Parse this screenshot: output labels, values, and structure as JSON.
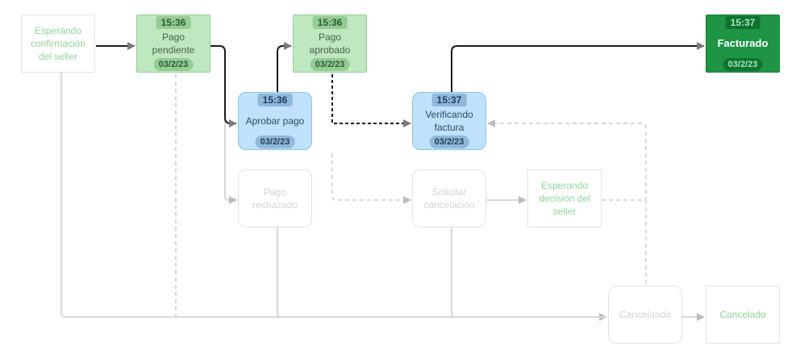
{
  "nodes": {
    "esperando_confirmacion": {
      "label": "Esperando confirmación del seller"
    },
    "pago_pendiente": {
      "label": "Pago pendiente",
      "time": "15:36",
      "date": "03/2/23"
    },
    "pago_aprobado": {
      "label": "Pago aprobado",
      "time": "15:36",
      "date": "03/2/23"
    },
    "facturado": {
      "label": "Facturado",
      "time": "15:37",
      "date": "03/2/23"
    },
    "aprobar_pago": {
      "label": "Aprobar pago",
      "time": "15:36",
      "date": "03/2/23"
    },
    "verificando_factura": {
      "label": "Verificando factura",
      "time": "15:37",
      "date": "03/2/23"
    },
    "pago_rechazado": {
      "label": "Pago rechazado"
    },
    "solicitar_cancelacion": {
      "label": "Solicitar cancelación"
    },
    "esperando_decision": {
      "label": "Esperando decisión del seller"
    },
    "cancelando": {
      "label": "Cancelando"
    },
    "cancelado": {
      "label": "Cancelado"
    }
  },
  "colors": {
    "done_fill": "#bfe8c0",
    "active_fill": "#bfe1fb",
    "final_fill": "#1f9444",
    "inactive_border": "#e2e2e2",
    "active_edge": "#1a1a1a",
    "inactive_edge": "#d8d8d8"
  }
}
